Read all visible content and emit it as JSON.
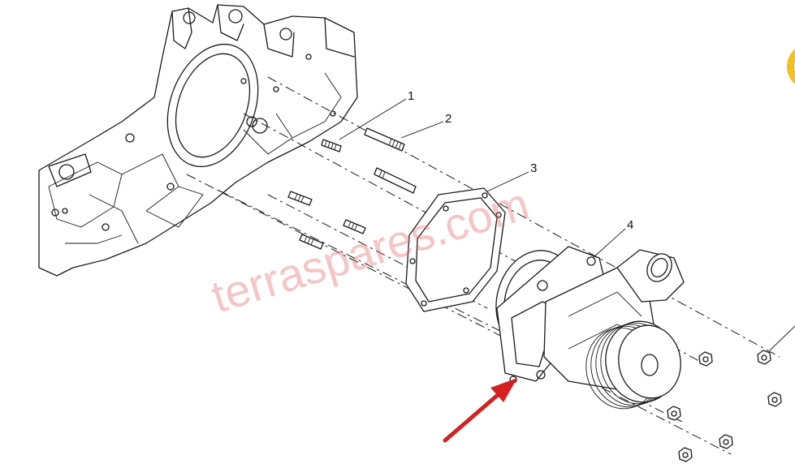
{
  "diagram": {
    "callouts": [
      {
        "id": "1",
        "label": "1"
      },
      {
        "id": "2",
        "label": "2"
      },
      {
        "id": "3",
        "label": "3"
      },
      {
        "id": "4",
        "label": "4"
      }
    ],
    "watermark": "terraspares.com",
    "colors": {
      "line": "#1a1a1a",
      "watermark": "#e86a6a",
      "arrow": "#d42020",
      "badge": "#f2c21b"
    }
  }
}
